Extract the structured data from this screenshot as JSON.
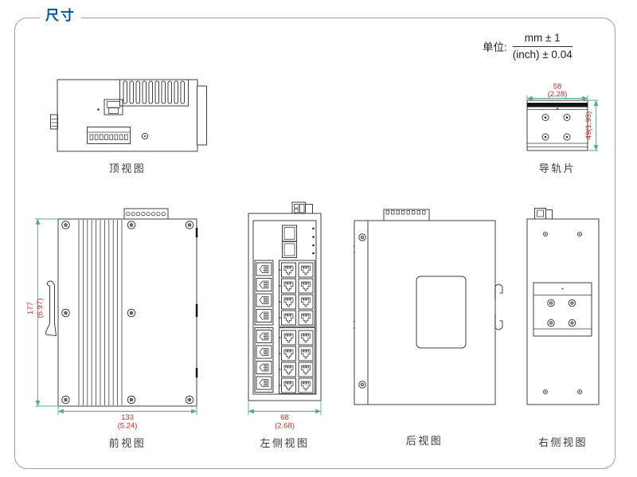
{
  "header": {
    "title": "尺寸"
  },
  "unit": {
    "label": "单位:",
    "mm": "mm ± 1",
    "inch": "(inch) ± 0.04"
  },
  "views": {
    "top": {
      "label": "顶视图"
    },
    "rail": {
      "label": "导轨片",
      "width_mm": "58",
      "width_in": "(2.28)",
      "height": "49(1.93)"
    },
    "front": {
      "label": "前视图",
      "height_mm": "177",
      "height_in": "(6.97)",
      "width_mm": "133",
      "width_in": "(5.24)"
    },
    "left_side": {
      "label": "左侧视图",
      "width_mm": "68",
      "width_in": "(2.68)"
    },
    "rear": {
      "label": "后视图"
    },
    "right_side": {
      "label": "右侧视图"
    }
  },
  "colors": {
    "accent_blue": "#0054a6",
    "dim_text_red": "#cc2b2b",
    "dim_line_green": "#55aa88",
    "drawing_line": "#3f3f3f",
    "frame_border": "#a0a0a0"
  }
}
